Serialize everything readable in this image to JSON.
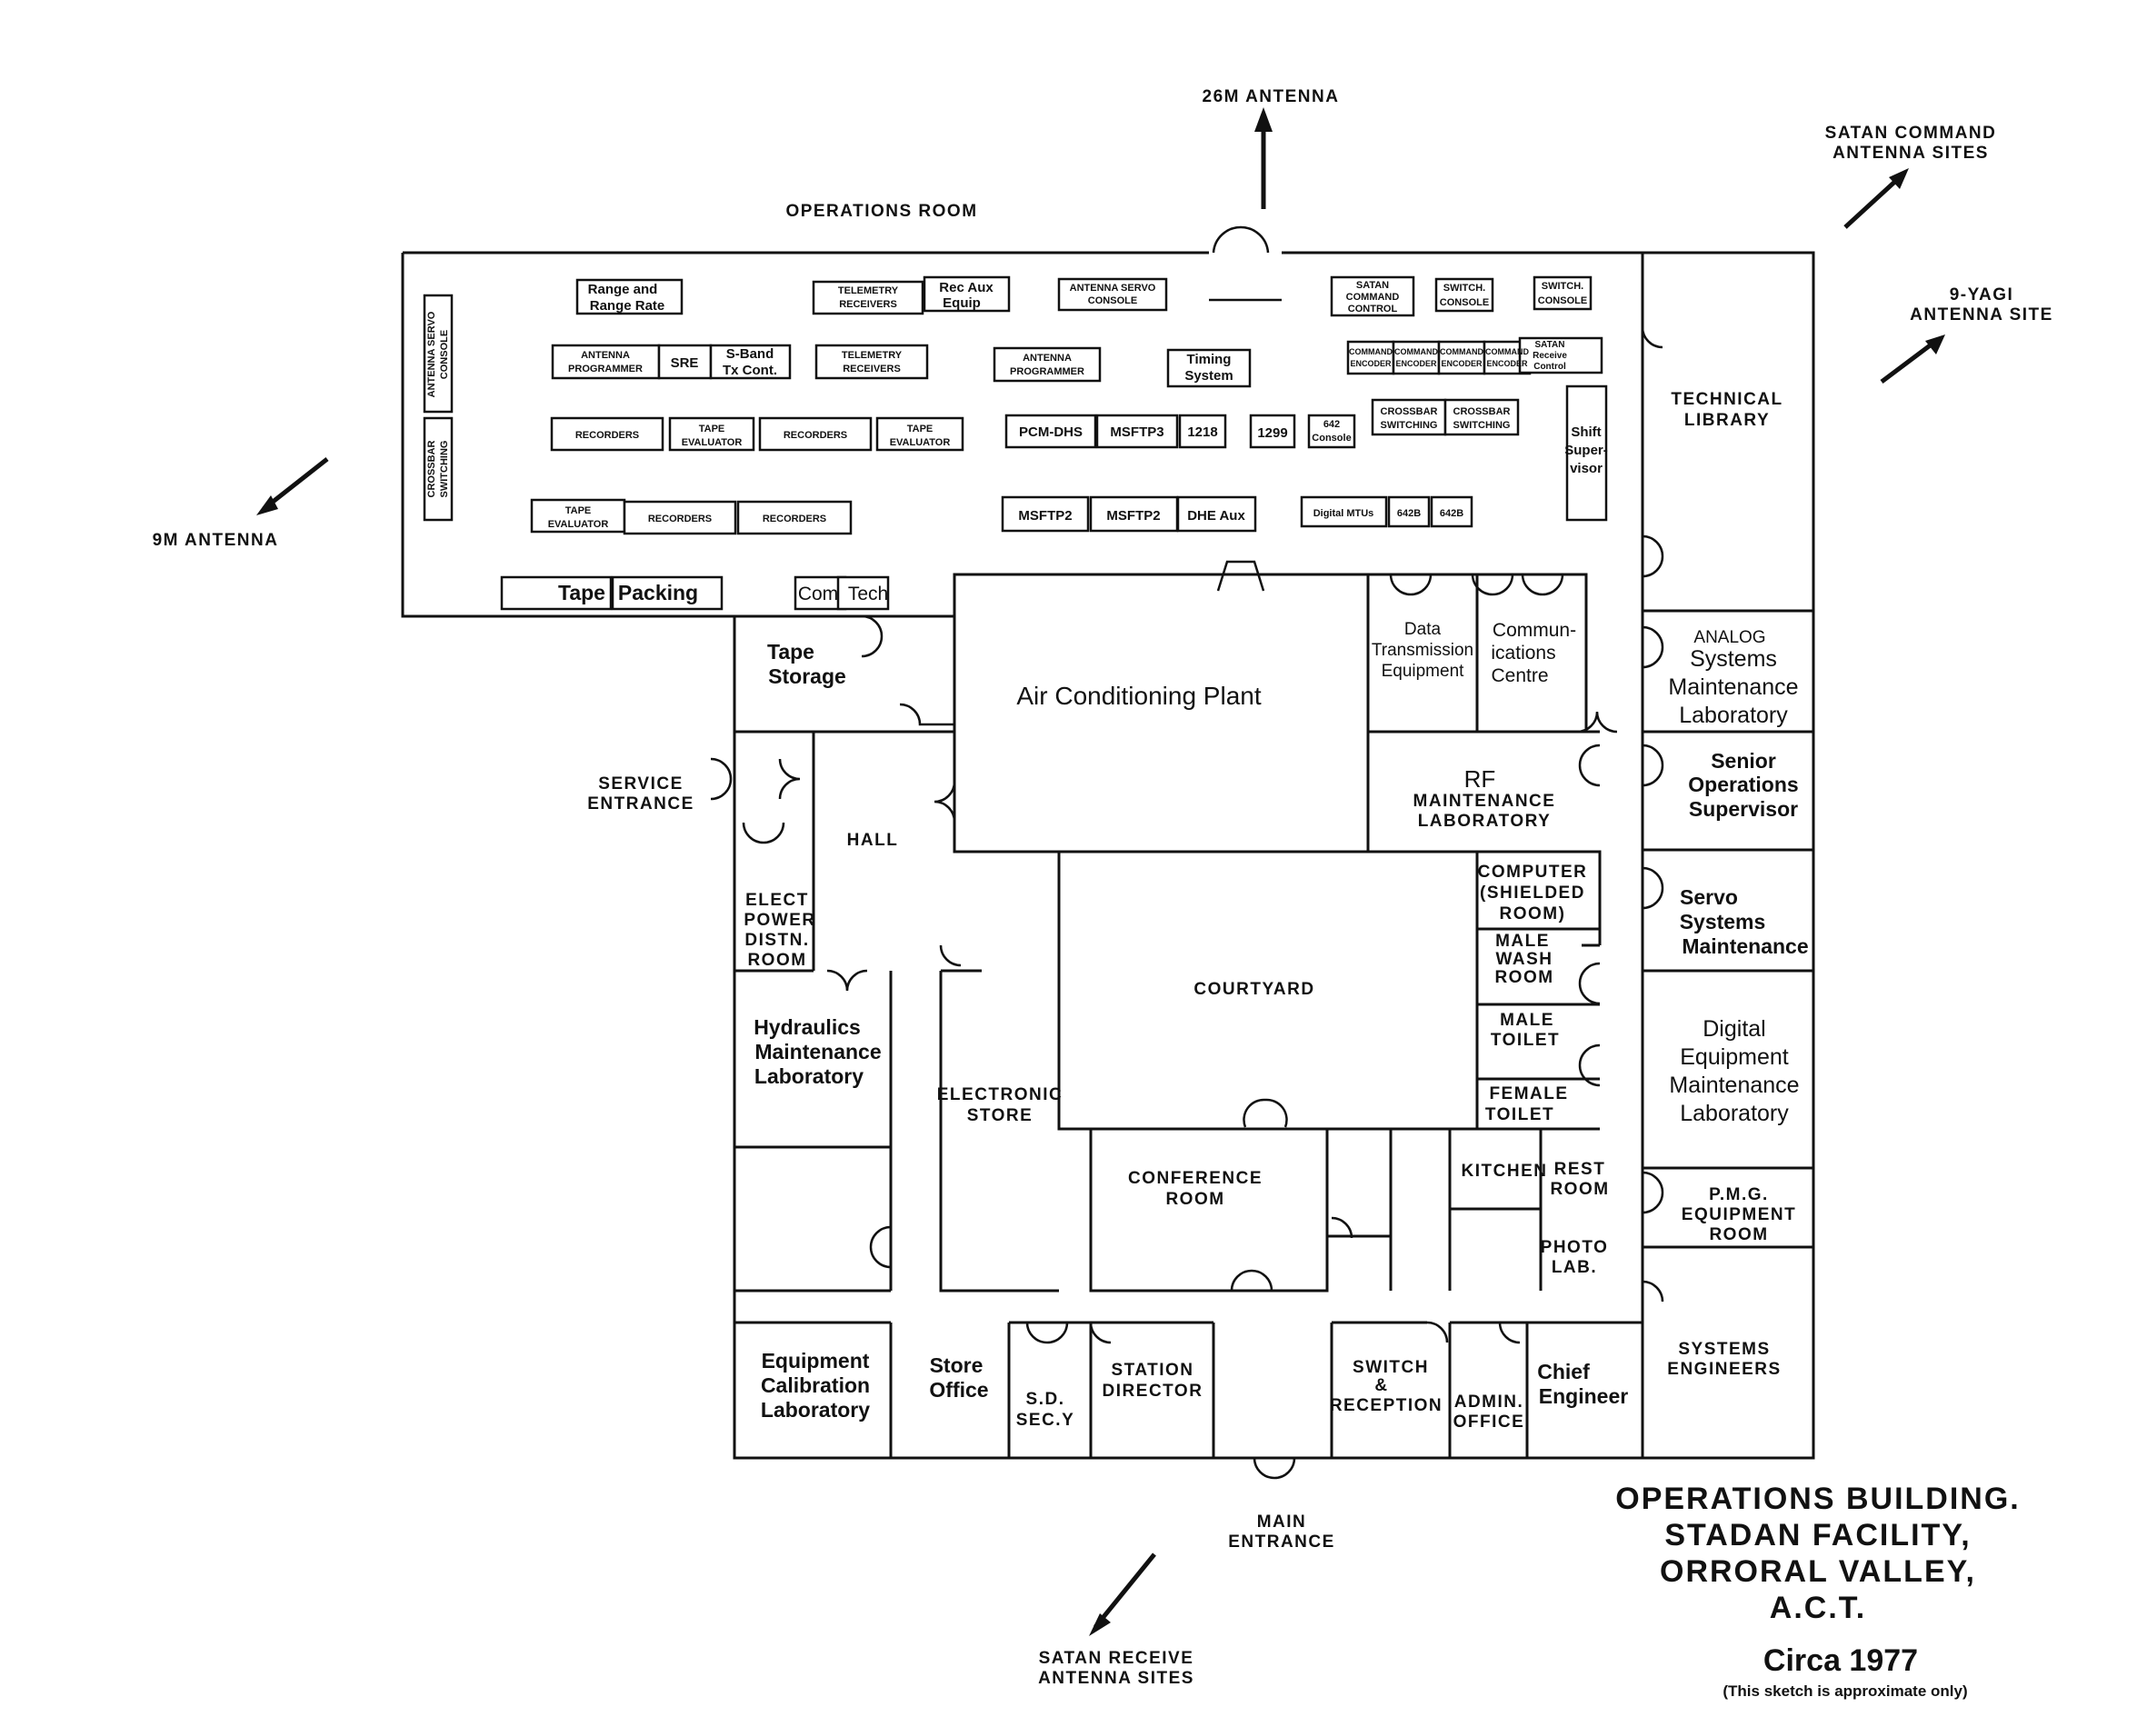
{
  "external": {
    "antenna_26m": "26M ANTENNA",
    "operations_room": "OPERATIONS ROOM",
    "satan_command_1": "SATAN COMMAND",
    "satan_command_2": "ANTENNA SITES",
    "yagi_1": "9-YAGI",
    "yagi_2": "ANTENNA SITE",
    "antenna_9m": "9M ANTENNA",
    "service_1": "SERVICE",
    "service_2": "ENTRANCE",
    "main_1": "MAIN",
    "main_2": "ENTRANCE",
    "satan_receive_1": "SATAN RECEIVE",
    "satan_receive_2": "ANTENNA SITES"
  },
  "ops_equipment": {
    "range_rate_1": "Range and",
    "range_rate_2": "Range Rate",
    "telemetry_receivers_a_1": "TELEMETRY",
    "telemetry_receivers_a_2": "RECEIVERS",
    "rec_aux_1": "Rec Aux",
    "rec_aux_2": "Equip",
    "antenna_servo_console_1": "ANTENNA SERVO",
    "antenna_servo_console_2": "CONSOLE",
    "satan_command_control_1": "SATAN",
    "satan_command_control_2": "COMMAND",
    "satan_command_control_3": "CONTROL",
    "switch_console_1a": "SWITCH.",
    "switch_console_1b": "CONSOLE",
    "switch_console_2a": "SWITCH.",
    "switch_console_2b": "CONSOLE",
    "antenna_programmer_a_1": "ANTENNA",
    "antenna_programmer_a_2": "PROGRAMMER",
    "sre": "SRE",
    "sband_1": "S-Band",
    "sband_2": "Tx Cont.",
    "telemetry_receivers_b_1": "TELEMETRY",
    "telemetry_receivers_b_2": "RECEIVERS",
    "antenna_programmer_b_1": "ANTENNA",
    "antenna_programmer_b_2": "PROGRAMMER",
    "timing_1": "Timing",
    "timing_2": "System",
    "command_encoder_1": "COMMAND",
    "command_encoder_2": "ENCODER",
    "satan_receive_control_1": "SATAN",
    "satan_receive_control_2": "Receive",
    "satan_receive_control_3": "Control",
    "left_console_1": "ANTENNA SERVO",
    "left_console_2": "CONSOLE",
    "left_crossbar_1": "CROSSBAR",
    "left_crossbar_2": "SWITCHING",
    "recorders": "RECORDERS",
    "tape_eval_1": "TAPE",
    "tape_eval_2": "EVALUATOR",
    "pcm_dhs": "PCM-DHS",
    "msftp3": "MSFTP3",
    "n1218": "1218",
    "n1299": "1299",
    "console642_1": "642",
    "console642_2": "Console",
    "crossbar_1": "CROSSBAR",
    "crossbar_2": "SWITCHING",
    "msftp2": "MSFTP2",
    "dhe_aux": "DHE Aux",
    "digital_mtus": "Digital MTUs",
    "n642b": "642B",
    "shift_1": "Shift",
    "shift_2": "Super-",
    "shift_3": "visor",
    "tape": "Tape",
    "packing": "Packing",
    "com": "Com",
    "tech": "Tech"
  },
  "rooms": {
    "technical_library_1": "TECHNICAL",
    "technical_library_2": "LIBRARY",
    "tape_storage_1": "Tape",
    "tape_storage_2": "Storage",
    "air_conditioning": "Air Conditioning Plant",
    "data_tx_1": "Data",
    "data_tx_2": "Transmission",
    "data_tx_3": "Equipment",
    "comms_1": "Commun-",
    "comms_2": "ications",
    "comms_3": "Centre",
    "analog_1": "ANALOG",
    "analog_2": "Systems",
    "analog_3": "Maintenance",
    "analog_4": "Laboratory",
    "rf_1": "RF",
    "rf_2": "MAINTENANCE",
    "rf_3": "LABORATORY",
    "senior_1": "Senior",
    "senior_2": "Operations",
    "senior_3": "Supervisor",
    "hall": "HALL",
    "elect_1": "ELECT",
    "elect_2": "POWER",
    "elect_3": "DISTN.",
    "elect_4": "ROOM",
    "computer_1": "COMPUTER",
    "computer_2": "(SHIELDED",
    "computer_3": "ROOM)",
    "servo_1": "Servo",
    "servo_2": "Systems",
    "servo_3": "Maintenance",
    "male_wash_1": "MALE",
    "male_wash_2": "WASH",
    "male_wash_3": "ROOM",
    "courtyard": "COURTYARD",
    "male_toilet_1": "MALE",
    "male_toilet_2": "TOILET",
    "hydraulics_1": "Hydraulics",
    "hydraulics_2": "Maintenance",
    "hydraulics_3": "Laboratory",
    "digital_1": "Digital",
    "digital_2": "Equipment",
    "digital_3": "Maintenance",
    "digital_4": "Laboratory",
    "electronic_1": "ELECTRONIC",
    "electronic_2": "STORE",
    "female_1": "FEMALE",
    "female_2": "TOILET",
    "conference_1": "CONFERENCE",
    "conference_2": "ROOM",
    "kitchen": "KITCHEN",
    "rest_1": "REST",
    "rest_2": "ROOM",
    "pmg_1": "P.M.G.",
    "pmg_2": "EQUIPMENT",
    "pmg_3": "ROOM",
    "photo_1": "PHOTO",
    "photo_2": "LAB.",
    "equip_cal_1": "Equipment",
    "equip_cal_2": "Calibration",
    "equip_cal_3": "Laboratory",
    "store_1": "Store",
    "store_2": "Office",
    "sd_1": "S.D.",
    "sd_2": "SEC.Y",
    "station_1": "STATION",
    "station_2": "DIRECTOR",
    "switch_1": "SWITCH",
    "switch_2": "&",
    "switch_3": "RECEPTION",
    "admin_1": "ADMIN.",
    "admin_2": "OFFICE",
    "chief_1": "Chief",
    "chief_2": "Engineer",
    "systems_1": "SYSTEMS",
    "systems_2": "ENGINEERS"
  },
  "title_block": {
    "line1": "OPERATIONS BUILDING.",
    "line2": "STADAN FACILITY,",
    "line3": "ORRORAL VALLEY,",
    "line4": "A.C.T.",
    "circa": "Circa 1977",
    "note": "(This sketch is approximate only)"
  }
}
